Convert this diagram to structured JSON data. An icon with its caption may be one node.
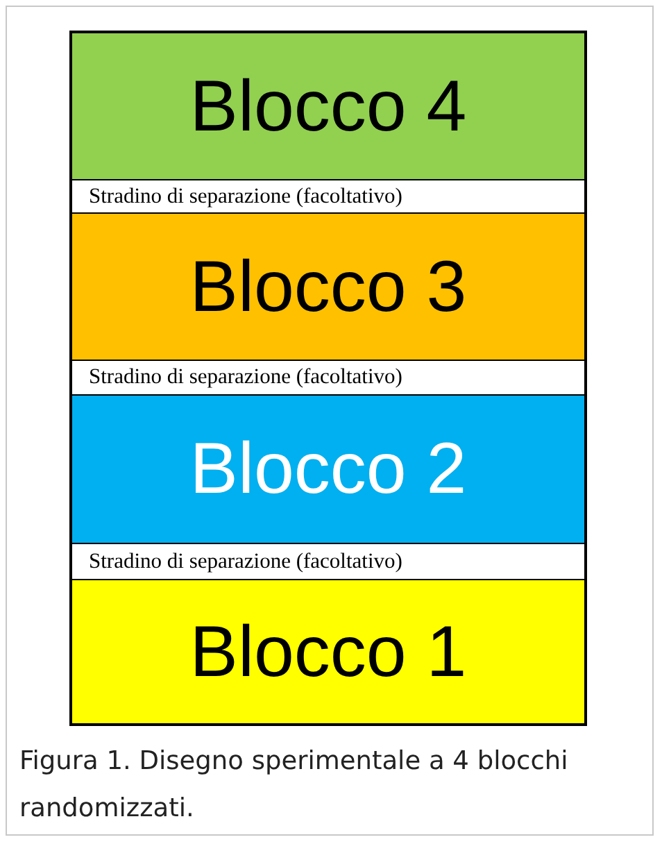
{
  "diagram": {
    "caption": "Figura 1. Disegno sperimentale a 4 blocchi randomizzati.",
    "nodes": [
      {
        "text": [
          "Blocco 4"
        ]
      },
      {
        "text": [
          "Stradino di separazione (facoltativo)"
        ]
      },
      {
        "text": [
          "Blocco 3"
        ]
      },
      {
        "text": [
          "Stradino di separazione (facoltativo)"
        ]
      },
      {
        "text": [
          "Blocco 2"
        ]
      },
      {
        "text": [
          "Stradino di separazione (facoltativo)"
        ]
      },
      {
        "text": [
          "Blocco 1"
        ]
      }
    ],
    "edges": []
  }
}
